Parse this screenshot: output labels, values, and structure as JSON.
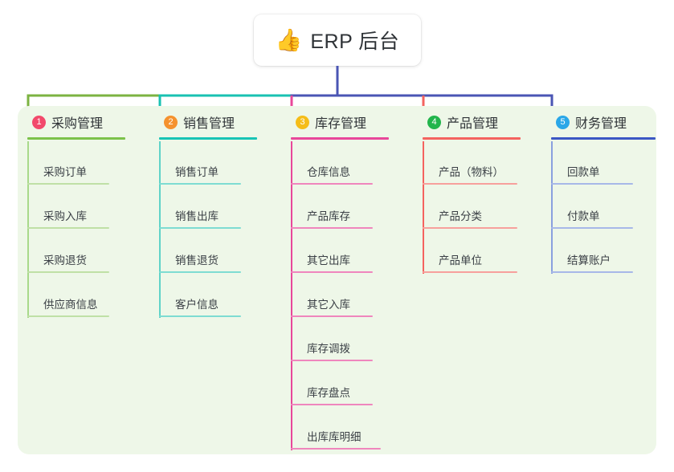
{
  "root": {
    "icon": "thumbs-up-icon",
    "emoji": "👍",
    "title": "ERP 后台"
  },
  "colors": {
    "panel_bg": "#eef7e8",
    "page_bg": "#ffffff",
    "text": "#2f3337",
    "item_text": "#3a3f45",
    "root_trunk": "#4a55b4"
  },
  "columns": [
    {
      "number": "1",
      "title": "采购管理",
      "badge_color": "#f2496b",
      "rule_color": "#7cc24a",
      "spine_color": "#a8d98a",
      "item_rule_color": "#bfe0a6",
      "connector_color": "#7cb342",
      "items": [
        {
          "label": "采购订单"
        },
        {
          "label": "采购入库"
        },
        {
          "label": "采购退货"
        },
        {
          "label": "供应商信息"
        }
      ]
    },
    {
      "number": "2",
      "title": "销售管理",
      "badge_color": "#f5922e",
      "rule_color": "#18c4b5",
      "spine_color": "#5fd3c8",
      "item_rule_color": "#7edcd2",
      "connector_color": "#19c1b2",
      "items": [
        {
          "label": "销售订单"
        },
        {
          "label": "销售出库"
        },
        {
          "label": "销售退货"
        },
        {
          "label": "客户信息"
        }
      ]
    },
    {
      "number": "3",
      "title": "库存管理",
      "badge_color": "#f5bd18",
      "rule_color": "#e8479a",
      "spine_color": "#e8479a",
      "item_rule_color": "#ef86bd",
      "connector_color": "#e8479a",
      "items": [
        {
          "label": "仓库信息"
        },
        {
          "label": "产品库存"
        },
        {
          "label": "其它出库"
        },
        {
          "label": "其它入库"
        },
        {
          "label": "库存调拨"
        },
        {
          "label": "库存盘点"
        },
        {
          "label": "出库库明细"
        }
      ]
    },
    {
      "number": "4",
      "title": "产品管理",
      "badge_color": "#22b54c",
      "rule_color": "#f4635f",
      "spine_color": "#f4635f",
      "item_rule_color": "#f7a09c",
      "connector_color": "#f4635f",
      "items": [
        {
          "label": "产品（物料）"
        },
        {
          "label": "产品分类"
        },
        {
          "label": "产品单位"
        }
      ]
    },
    {
      "number": "5",
      "title": "财务管理",
      "badge_color": "#2aa7e8",
      "rule_color": "#3b57c4",
      "spine_color": "#8aa0df",
      "item_rule_color": "#a7b8e8",
      "connector_color": "#4a55b4",
      "items": [
        {
          "label": "回款单"
        },
        {
          "label": "付款单"
        },
        {
          "label": "结算账户"
        }
      ]
    }
  ]
}
